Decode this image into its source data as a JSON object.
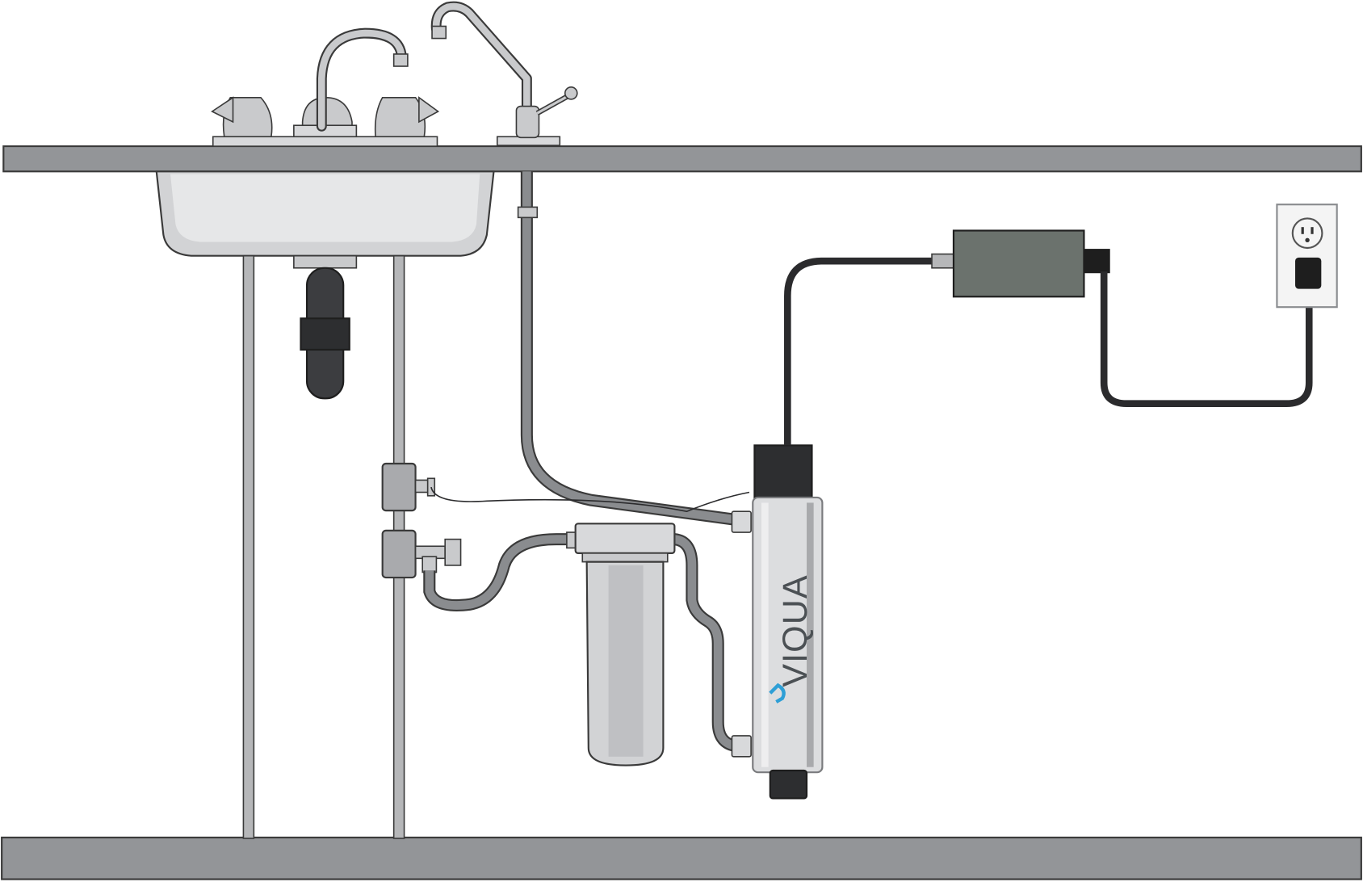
{
  "illustration": {
    "brand_logo_text": "VIQUA",
    "colors": {
      "counter": "#939598",
      "counter_outline": "#3a3a3a",
      "chrome": "#c9cacc",
      "hose": "#8a8c8f",
      "cable": "#2b2b2d",
      "power_supply": "#6b726d",
      "uv_chamber": "#dcdddf",
      "logo_text": "#4b5054",
      "logo_mark": "#2e9fd6"
    },
    "components": [
      "sink",
      "faucet",
      "dedicated-faucet",
      "drain-pipe",
      "supply-pipes",
      "shutoff-valves",
      "sediment-filter",
      "uv-chamber",
      "power-supply",
      "wall-outlet"
    ]
  }
}
